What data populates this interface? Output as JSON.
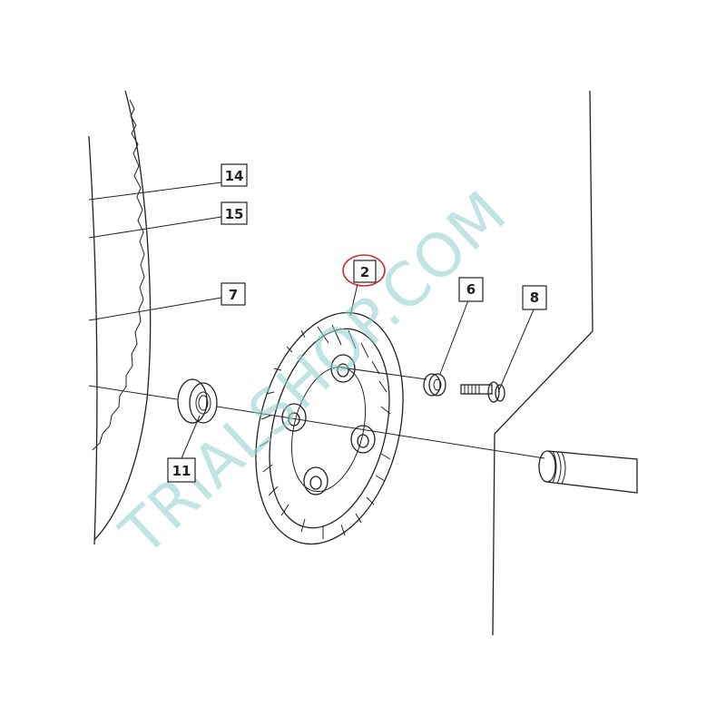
{
  "callouts": [
    {
      "id": "label-14",
      "text": "14"
    },
    {
      "id": "label-15",
      "text": "15"
    },
    {
      "id": "label-7",
      "text": "7"
    },
    {
      "id": "label-2",
      "text": "2",
      "highlighted": true
    },
    {
      "id": "label-6",
      "text": "6"
    },
    {
      "id": "label-8",
      "text": "8"
    },
    {
      "id": "label-11",
      "text": "11"
    }
  ],
  "watermark": "TRIALSHOP.COM",
  "colors": {
    "line": "#222222",
    "highlight": "#cc2a2a",
    "watermark": "#8ecfcb"
  }
}
